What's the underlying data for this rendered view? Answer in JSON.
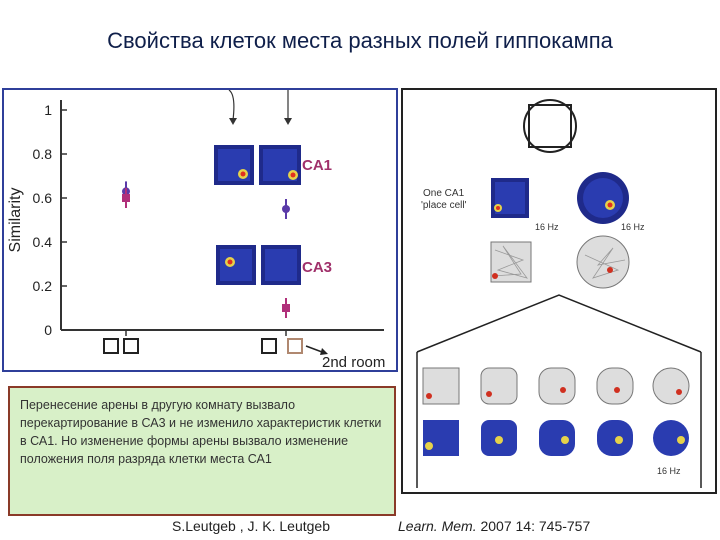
{
  "slide": {
    "title": "Свойства клеток места разных полей гиппокампа",
    "caption": "Перенесение арены в другую комнату вызвало перекартирование в СА3 и не изменило характеристик клетки в СА1. Но изменение формы арены вызвало изменение положения поля разряда клетки места СА1",
    "author": "S.Leutgeb , J. K. Leutgeb",
    "citation_journal": "Learn. Mem.",
    "citation_rest": " 2007 14: 745-757"
  },
  "figure_left": {
    "label_ca1": "CA1",
    "label_ca3": "CA3",
    "label_room": "2nd room",
    "ca_color": "#a0306a"
  },
  "figure_right": {
    "label_cell_line1": "One CA1",
    "label_cell_line2": "'place cell'",
    "label_hz_1": "16 Hz",
    "label_hz_2": "16 Hz",
    "label_hz_3": "16 Hz"
  },
  "chart_data": {
    "type": "scatter",
    "ylabel": "Similarity",
    "ylim": [
      0,
      1
    ],
    "yticks": [
      "0",
      "0.2",
      "0.4",
      "0.6",
      "0.8",
      "1"
    ],
    "series": [
      {
        "name": "CA1",
        "x": [
          1,
          2
        ],
        "y": [
          0.63,
          0.55
        ],
        "color": "#5a3aa8"
      },
      {
        "name": "CA3",
        "x": [
          1,
          2
        ],
        "y": [
          0.6,
          0.1
        ],
        "color": "#b0307a"
      }
    ]
  }
}
